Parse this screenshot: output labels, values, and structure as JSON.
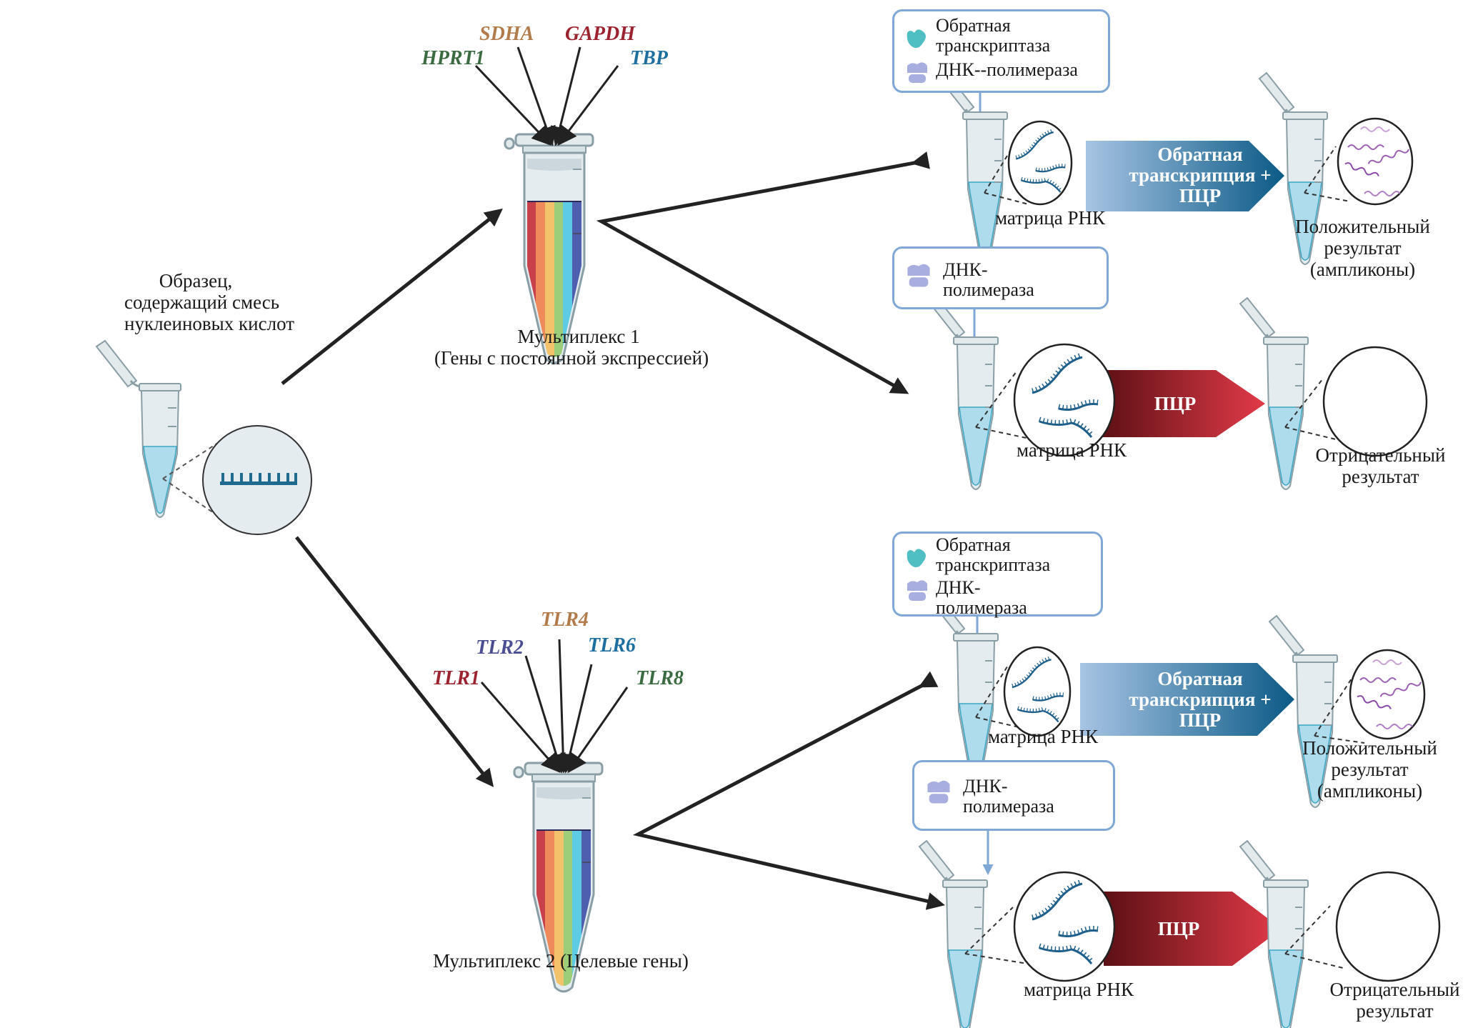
{
  "sample": {
    "label_lines": [
      "Образец,",
      "содержащий смесь",
      "нуклеиновых кислот"
    ]
  },
  "multiplex1": {
    "label_line1": "Мультиплекс 1",
    "label_line2": "(Гены с постоянной экспрессией)",
    "genes": [
      {
        "name": "HPRT1",
        "color": "#3b6b41"
      },
      {
        "name": "SDHA",
        "color": "#b27b4b"
      },
      {
        "name": "GAPDH",
        "color": "#9c2431"
      },
      {
        "name": "TBP",
        "color": "#1f6ea0"
      }
    ]
  },
  "multiplex2": {
    "label": "Мультиплекс 2 (Целевые гены)",
    "genes": [
      {
        "name": "TLR1",
        "color": "#9c2431"
      },
      {
        "name": "TLR2",
        "color": "#4b4f92"
      },
      {
        "name": "TLR4",
        "color": "#b27b4b"
      },
      {
        "name": "TLR6",
        "color": "#1f6ea0"
      },
      {
        "name": "TLR8",
        "color": "#3b6b41"
      }
    ]
  },
  "reagents": {
    "rt_box_1": {
      "enzyme1": "Обратная транскриптаза",
      "enzyme1_line1": "Обратная",
      "enzyme1_line2": "транскриптаза",
      "enzyme2": "ДНК--полимераза"
    },
    "pol_box_1": {
      "line1": "ДНК-",
      "line2": "полимераза"
    },
    "rt_box_2": {
      "enzyme1_line1": "Обратная",
      "enzyme1_line2": "транскриптаза",
      "enzyme2_line1": "ДНК-",
      "enzyme2_line2": "полимераза"
    },
    "pol_box_2": {
      "line1": "ДНК-",
      "line2": "полимераза"
    }
  },
  "processes": {
    "rt_pcr": {
      "line1": "Обратная",
      "line2": "транскрипция +",
      "line3": "ПЦР",
      "color_start": "#a7c4e4",
      "color_end": "#0b5a86"
    },
    "pcr": {
      "label": "ПЦР",
      "color_start": "#5c1014",
      "color_end": "#e23a48"
    }
  },
  "labels": {
    "template": "матрица РНК",
    "positive_line1": "Положительный",
    "positive_line2": "результат",
    "positive_line3": "(ампликоны)",
    "negative_line1": "Отрицательный",
    "negative_line2": "результат"
  },
  "colors": {
    "box_border": "#7fa8d6",
    "liquid": "#aedcec",
    "rna": "#1f5f8b",
    "amplicon": "#9b5fb4",
    "rt_enzyme": "#4fbfc4",
    "polymerase": "#a8aee0"
  }
}
